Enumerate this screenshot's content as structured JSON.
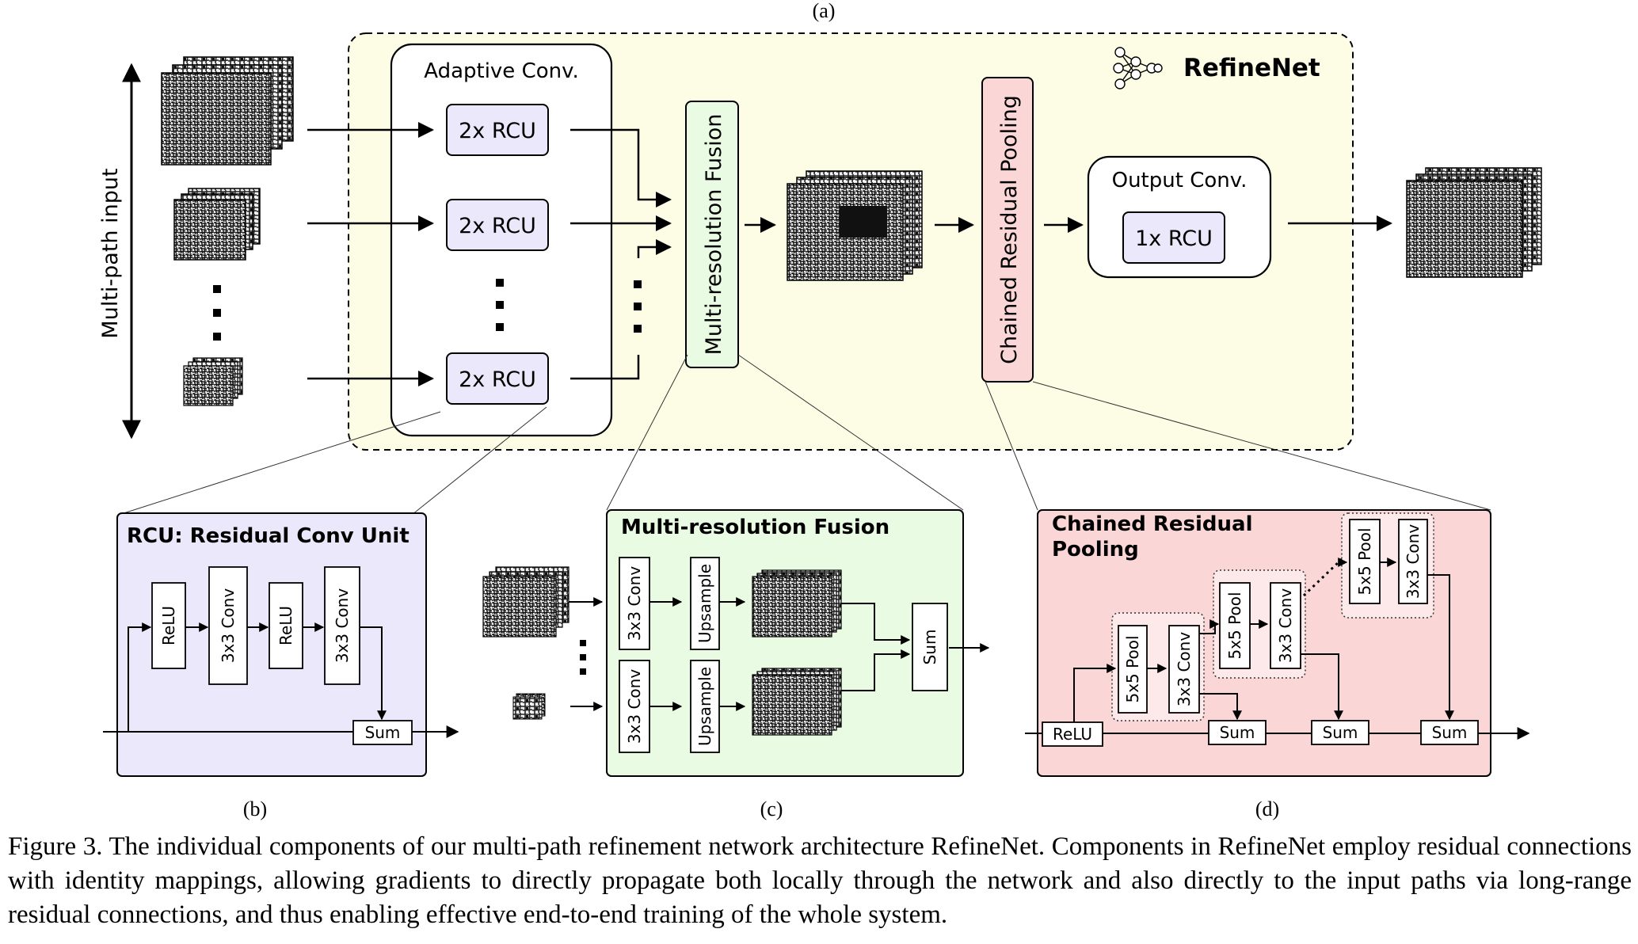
{
  "labels": {
    "panel_a": "(a)",
    "panel_b": "(b)",
    "panel_c": "(c)",
    "panel_d": "(d)",
    "refinenet": "RefineNet",
    "multipath_input": "Multi-path input",
    "adaptive_conv": "Adaptive Conv.",
    "rcu2x": "2x RCU",
    "mrf_vertical": "Multi-resolution Fusion",
    "crp_vertical": "Chained Residual Pooling",
    "output_conv": "Output Conv.",
    "rcu1x": "1x RCU"
  },
  "rcu_panel": {
    "title": "RCU: Residual Conv Unit",
    "relu": "ReLU",
    "conv": "3x3 Conv",
    "sum": "Sum"
  },
  "mrf_panel": {
    "title": "Multi-resolution Fusion",
    "conv": "3x3 Conv",
    "upsample": "Upsample",
    "sum": "Sum"
  },
  "crp_panel": {
    "title_line1": "Chained Residual",
    "title_line2": "Pooling",
    "relu": "ReLU",
    "pool": "5x5 Pool",
    "conv": "3x3 Conv",
    "sum": "Sum"
  },
  "caption": "Figure 3. The individual components of our multi-path refinement network architecture RefineNet. Components in RefineNet employ residual connections with identity mappings, allowing gradients to directly propagate both locally through the network and also directly to the input paths via long-range residual connections, and thus enabling effective end-to-end training of the whole system.",
  "colors": {
    "refinenet_bg": "#fdfde6",
    "rcu_fill": "#ece8fb",
    "mrf_fill": "#e9fbe3",
    "crp_fill": "#fbd6d6",
    "crp_inner": "#fde9e9"
  }
}
